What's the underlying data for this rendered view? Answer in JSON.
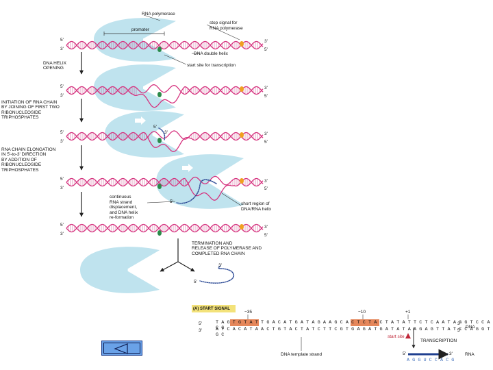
{
  "colors": {
    "polymerase": "#bfe3ee",
    "dna_strand": "#d6337f",
    "dna_rungs": "#c7337a",
    "rna_strand": "#1f3f8f",
    "start_site": "#2b8a4a",
    "stop_signal": "#f0a020",
    "arrow": "#222222",
    "highlight_box": "#e0723e",
    "start_signal_box": "#f3e27a",
    "rna_sequence": "#3a6ab8",
    "back_button": "#6aa2e8"
  },
  "labels": {
    "rna_polymerase": "RNA polymerase",
    "promoter": "promoter",
    "stop_signal": "stop signal for\nRNA polymerase",
    "dna_double_helix": "DNA double helix",
    "start_site_transcription": "start site for transcription",
    "continuous_rna": "continuous\nRNA strand\ndisplacement,\nand DNA helix\nre-formation",
    "short_region": "short region of\nDNA/RNA helix"
  },
  "steps": {
    "helix_opening": "DNA HELIX\nOPENING",
    "initiation": "INITIATION OF RNA CHAIN\nBY JOINING OF FIRST TWO\nRIBONUCLEOSIDE\nTRIPHOSPHATES",
    "elongation": "RNA CHAIN ELONGATION\nIN 5'-to-3' DIRECTION\nBY ADDITION OF\nRIBONUCLEOSIDE\nTRIPHOSPHATES",
    "termination": "TERMINATION AND\nRELEASE OF POLYMERASE AND\nCOMPLETED RNA CHAIN"
  },
  "strand_ends": {
    "five_prime": "5'",
    "three_prime": "3'"
  },
  "start_signal_panel": {
    "title": "(A) START SIGNAL",
    "pos_minus35": "−35",
    "pos_minus10": "−10",
    "pos_plus1": "+1",
    "top_strand": "T A G T G T A T T G A C A T G A T A G A A G C A C T C T A C T A T A T T C T C A A T A G G T C C A C G",
    "bottom_strand": "A T C A C A T A A C T G T A C T A T C T T C G T G A G A T G A T A T A A G A G T T A T C C A G G T G C",
    "dna_label": "DNA",
    "start_site": "start site",
    "transcription": "TRANSCRIPTION",
    "template_strand": "DNA template strand",
    "rna_sequence": "A G G U C C A C G",
    "rna_label": "RNA"
  },
  "navigation": {
    "back_icon": "triangle-left-icon"
  }
}
